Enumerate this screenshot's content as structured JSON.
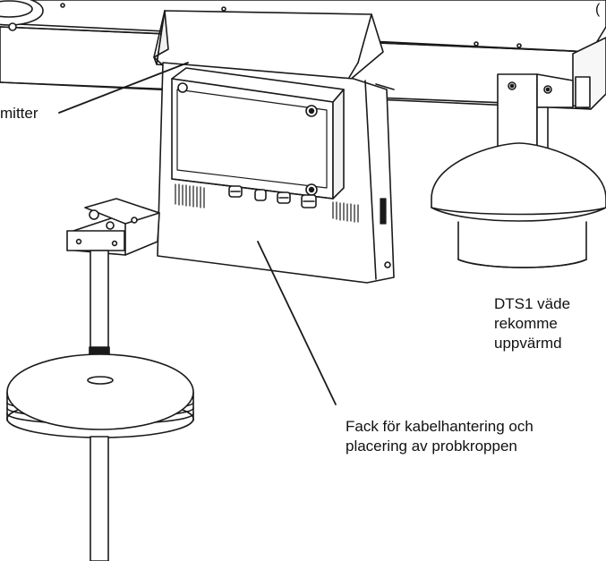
{
  "callouts": {
    "transmitter_fragment": "mitter",
    "compartment_line1": "Fack för kabelhantering och",
    "compartment_line2": "placering av probkroppen",
    "dts1_line1": "DTS1 väde",
    "dts1_line2": "rekomme",
    "dts1_line3": "uppvärmd",
    "top_right_paren": "("
  },
  "colors": {
    "stroke": "#1a1a1a",
    "fill": "#ffffff",
    "shade": "#f2f2f2"
  }
}
